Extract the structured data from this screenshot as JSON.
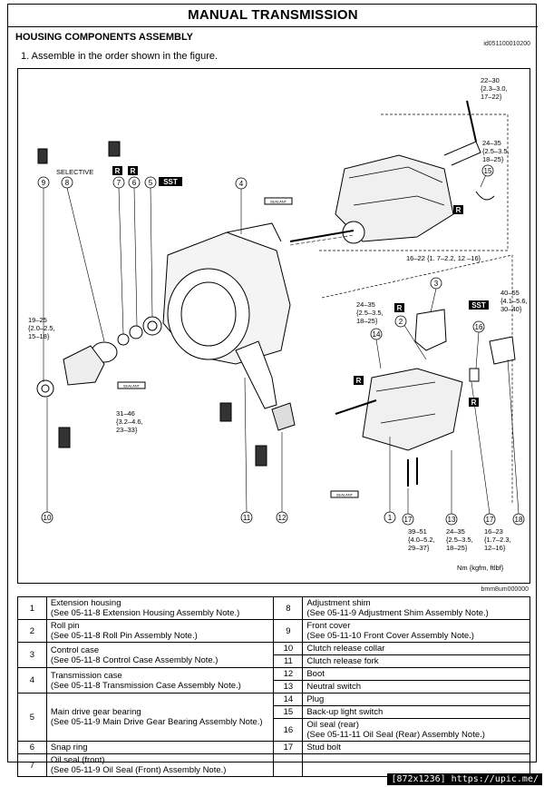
{
  "header": {
    "title": "MANUAL TRANSMISSION",
    "section": "HOUSING COMPONENTS ASSEMBLY",
    "doc_id": "id051100010200",
    "step": "1.  Assemble in the order shown in the figure."
  },
  "figure": {
    "ref": "bmm8um000000",
    "units": "Nm {kgfm, ftlbf}",
    "selective": "SELECTIVE",
    "badge_r": "R",
    "badge_sst": "SST",
    "badge_sealant": "SEALANT",
    "callouts": [
      "1",
      "2",
      "3",
      "4",
      "5",
      "6",
      "7",
      "8",
      "9",
      "10",
      "11",
      "12",
      "13",
      "14",
      "15",
      "16",
      "17",
      "18"
    ],
    "torques": {
      "t_top": [
        "22–30",
        "{2.3–3.0,",
        "17–22}"
      ],
      "t_right_top": [
        "24–35",
        "{2.5–3.5,",
        "18–25}"
      ],
      "t_band": "16–22 {1. 7–2.2, 12 –16}",
      "t_mid_left": [
        "24–35",
        "{2.5–3.5,",
        "18–25}"
      ],
      "t_mid_right": [
        "40–55",
        "{4.1–5.6,",
        "30–40}"
      ],
      "t_left": [
        "19–25",
        "{2.0–2.5,",
        "15–18}"
      ],
      "t_ext": [
        "31–46",
        "{3.2–4.6,",
        "23–33}"
      ],
      "t_b1": [
        "39–51",
        "{4.0–5.2,",
        "29–37}"
      ],
      "t_b2": [
        "24–35",
        "{2.5–3.5,",
        "18–25}"
      ],
      "t_b3": [
        "16–23",
        "{1.7–2.3,",
        "12–16}"
      ]
    }
  },
  "parts_table": {
    "left": [
      {
        "num": "1",
        "line1": "Extension housing",
        "line2": "(See 05-11-8 Extension Housing Assembly Note.)"
      },
      {
        "num": "2",
        "line1": "Roll pin",
        "line2": "(See 05-11-8 Roll Pin Assembly Note.)"
      },
      {
        "num": "3",
        "line1": "Control case",
        "line2": "(See 05-11-8 Control Case Assembly Note.)"
      },
      {
        "num": "4",
        "line1": "Transmission case",
        "line2": "(See 05-11-8 Transmission Case Assembly Note.)"
      },
      {
        "num": "5",
        "line1": "Main drive gear bearing",
        "line2": "(See 05-11-9 Main Drive Gear Bearing Assembly Note.)"
      },
      {
        "num": "6",
        "line1": "Snap ring",
        "line2": ""
      },
      {
        "num": "7",
        "line1": "Oil seal (front)",
        "line2": "(See 05-11-9 Oil Seal (Front) Assembly Note.)"
      }
    ],
    "right": [
      {
        "num": "8",
        "line1": "Adjustment shim",
        "line2": "(See 05-11-9 Adjustment Shim Assembly Note.)"
      },
      {
        "num": "9",
        "line1": "Front cover",
        "line2": "(See 05-11-10 Front Cover Assembly Note.)"
      },
      {
        "num": "10",
        "line1": "Clutch release collar",
        "line2": ""
      },
      {
        "num": "11",
        "line1": "Clutch release fork",
        "line2": ""
      },
      {
        "num": "12",
        "line1": "Boot",
        "line2": ""
      },
      {
        "num": "13",
        "line1": "Neutral switch",
        "line2": ""
      },
      {
        "num": "14",
        "line1": "Plug",
        "line2": ""
      },
      {
        "num": "15",
        "line1": "Back-up light switch",
        "line2": ""
      },
      {
        "num": "16",
        "line1": "Oil seal (rear)",
        "line2": "(See 05-11-11 Oil Seal (Rear) Assembly Note.)"
      },
      {
        "num": "17",
        "line1": "Stud bolt",
        "line2": ""
      }
    ]
  },
  "watermark": "[872x1236] https://upic.me/"
}
